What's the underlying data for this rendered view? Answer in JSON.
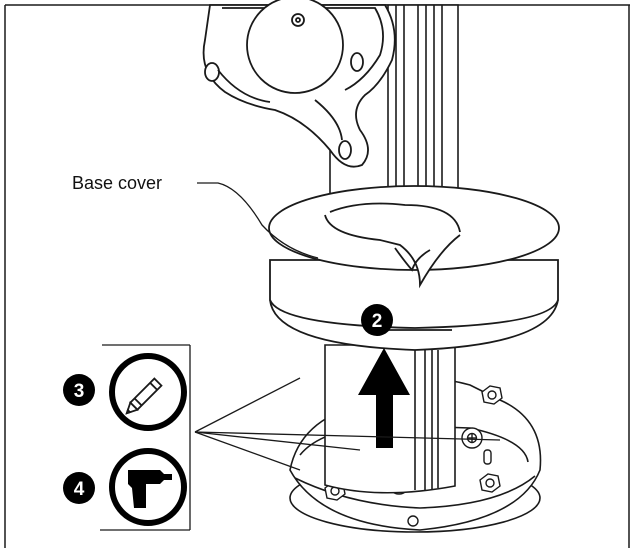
{
  "labels": {
    "base_cover": "Base cover"
  },
  "steps": {
    "step_2": "2",
    "step_3": "3",
    "step_4": "4"
  },
  "icons": {
    "step_3_tool": "pencil-icon",
    "step_4_tool": "drill-icon"
  },
  "colors": {
    "line": "#1a1a1a",
    "background": "#ffffff",
    "badge": "#000000"
  }
}
